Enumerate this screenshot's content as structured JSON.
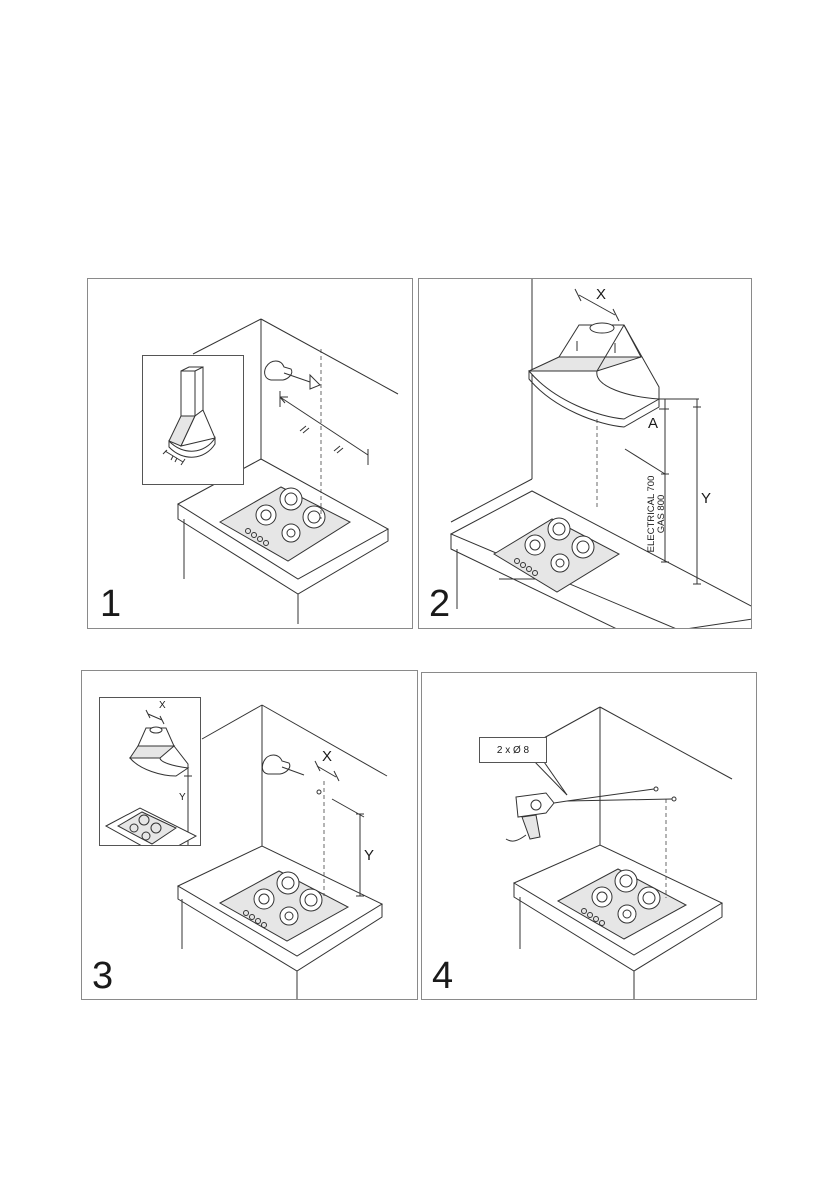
{
  "steps": [
    {
      "number": "1"
    },
    {
      "number": "2"
    },
    {
      "number": "3"
    },
    {
      "number": "4"
    }
  ],
  "step2": {
    "label_x": "X",
    "label_a": "A",
    "label_y": "Y",
    "electrical": "ELECTRICAL 700",
    "gas": "GAS 800"
  },
  "step3": {
    "label_x": "X",
    "label_y": "Y",
    "inset_x": "X",
    "inset_y": "Y"
  },
  "step4": {
    "callout": "2 x Ø 8"
  }
}
